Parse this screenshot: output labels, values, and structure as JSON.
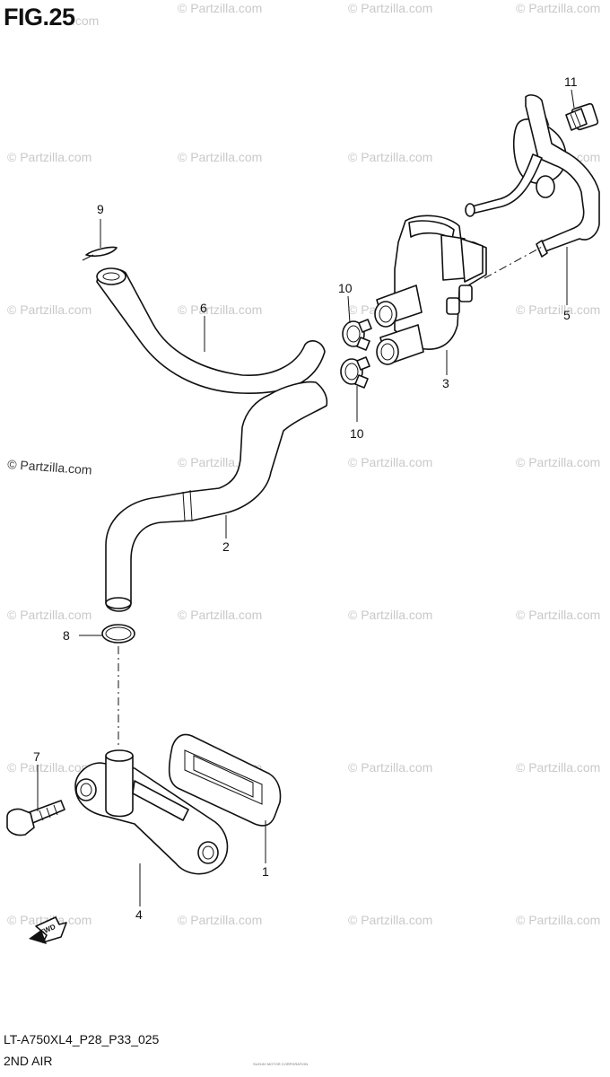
{
  "figure": {
    "title": "FIG.25",
    "code": "LT-A750XL4_P28_P33_025",
    "subtitle": "2ND AIR",
    "fine_print": "SUZUKI MOTOR CORPORATION"
  },
  "watermark": {
    "text": "© Partzilla.com",
    "repeated_text": "© Partzilla.com",
    "partial_text": ".com"
  },
  "fwd_arrow": {
    "label": "FWD"
  },
  "callouts": [
    {
      "id": "1",
      "label": "1"
    },
    {
      "id": "2",
      "label": "2"
    },
    {
      "id": "3",
      "label": "3"
    },
    {
      "id": "4",
      "label": "4"
    },
    {
      "id": "5",
      "label": "5"
    },
    {
      "id": "6",
      "label": "6"
    },
    {
      "id": "7",
      "label": "7"
    },
    {
      "id": "8",
      "label": "8"
    },
    {
      "id": "9",
      "label": "9"
    },
    {
      "id": "10a",
      "label": "10"
    },
    {
      "id": "10b",
      "label": "10"
    },
    {
      "id": "11",
      "label": "11"
    }
  ]
}
